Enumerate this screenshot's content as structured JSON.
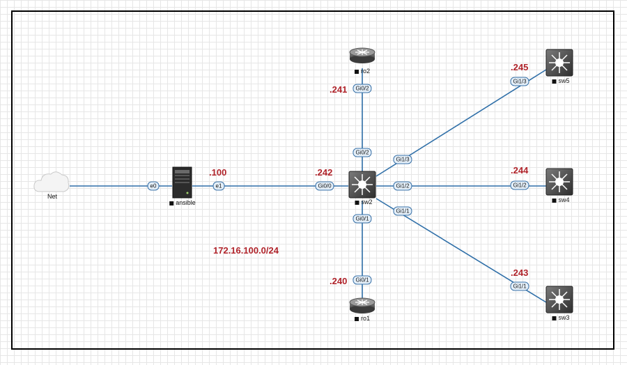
{
  "nodes": {
    "net": "Net",
    "ansible": "ansible",
    "sw2": "sw2",
    "ro2": "ro2",
    "ro1": "ro1",
    "sw5": "sw5",
    "sw4": "sw4",
    "sw3": "sw3"
  },
  "ports": {
    "e0": "e0",
    "e1": "e1",
    "sw2_gi00": "Gi0/0",
    "sw2_gi02": "Gi0/2",
    "ro2_gi02": "Gi0/2",
    "sw2_gi01": "Gi0/1",
    "ro1_gi01": "Gi0/1",
    "sw2_gi13": "Gi1/3",
    "sw5_gi13": "Gi1/3",
    "sw2_gi12": "Gi1/2",
    "sw4_gi12": "Gi1/2",
    "sw2_gi11": "Gi1/1",
    "sw3_gi11": "Gi1/1"
  },
  "ips": {
    "ansible": ".100",
    "sw2": ".242",
    "ro2": ".241",
    "ro1": ".240",
    "sw5": ".245",
    "sw4": ".244",
    "sw3": ".243"
  },
  "subnet": "172.16.100.0/24",
  "colors": {
    "link": "#2f6fa8",
    "ip": "#b0232a",
    "port_fill": "#e3eef8"
  }
}
